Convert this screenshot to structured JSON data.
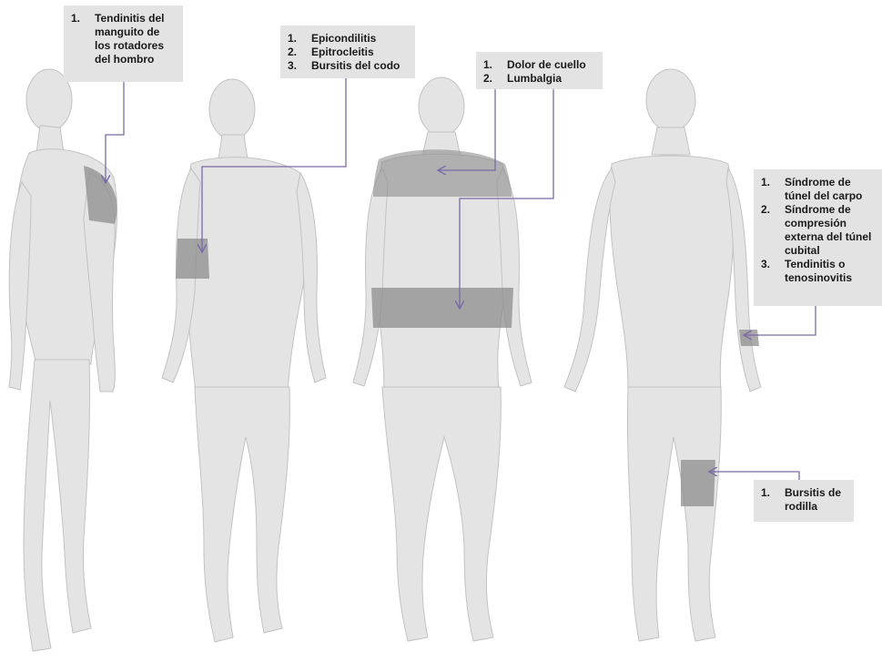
{
  "callouts": {
    "shoulder": [
      {
        "num": "1.",
        "text": "Tendinitis del manguito de los rotadores del hombro"
      }
    ],
    "elbow": [
      {
        "num": "1.",
        "text": "Epicondilitis"
      },
      {
        "num": "2.",
        "text": "Epitrocleitis"
      },
      {
        "num": "3.",
        "text": "Bursitis del codo"
      }
    ],
    "back": [
      {
        "num": "1.",
        "text": "Dolor de cuello"
      },
      {
        "num": "2.",
        "text": "Lumbalgia"
      }
    ],
    "wrist": [
      {
        "num": "1.",
        "text": "Síndrome de túnel del carpo"
      },
      {
        "num": "2.",
        "text": "Síndrome de compresión externa del túnel cubital"
      },
      {
        "num": "3.",
        "text": "Tendinitis o tenosinovitis"
      }
    ],
    "knee": [
      {
        "num": "1.",
        "text": "Bursitis de rodilla"
      }
    ]
  },
  "colors": {
    "body_fill": "#e4e4e4",
    "body_stroke": "#c2c2c2",
    "highlight": "#8e8e8e",
    "arrow": "#7b6aa8",
    "box_bg": "#e3e3e3"
  }
}
